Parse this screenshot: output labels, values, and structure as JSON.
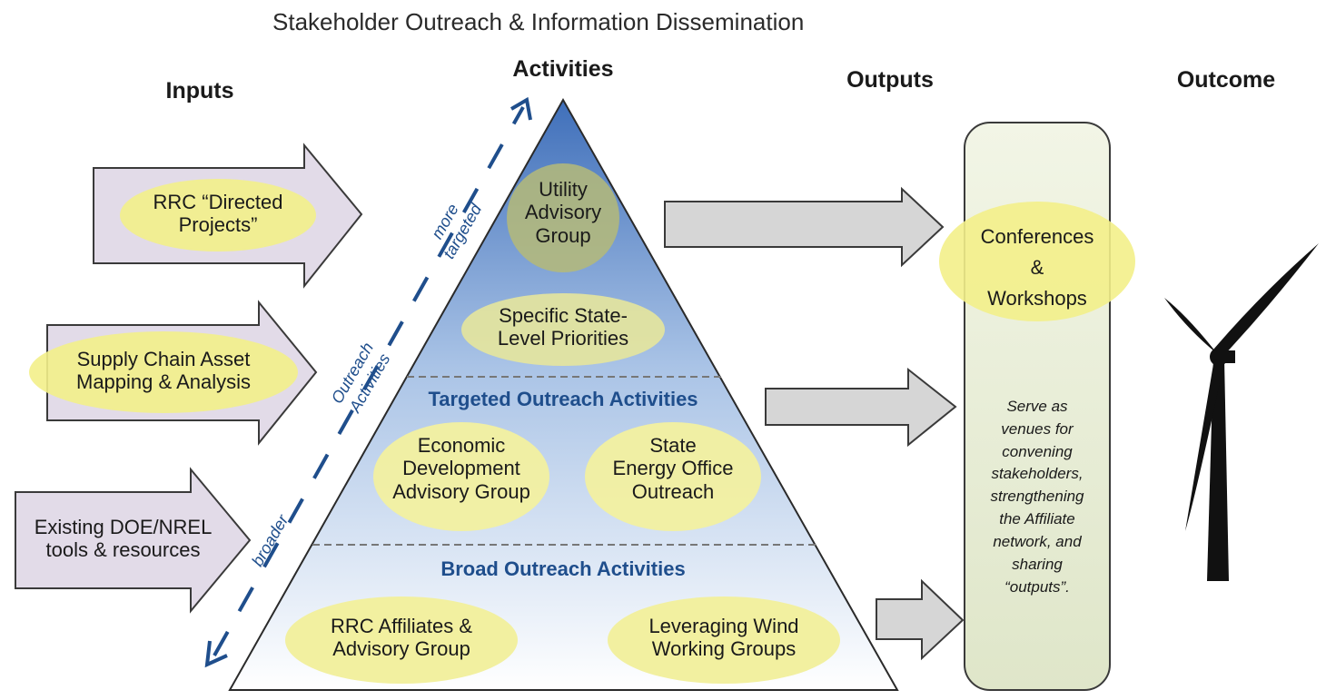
{
  "title": "Stakeholder Outreach & Information Dissemination",
  "headers": {
    "inputs": "Inputs",
    "activities": "Activities",
    "outputs": "Outputs",
    "outcome": "Outcome"
  },
  "inputs": [
    "RRC “Directed\nProjects”",
    "Supply Chain Asset\nMapping & Analysis",
    "Existing DOE/NREL\ntools & resources"
  ],
  "side_labels": {
    "more_targeted": "more\ntargeted",
    "outreach_activities": "Outreach\nActivities",
    "broader": "broader"
  },
  "pyramid": {
    "top_items": [
      "Utility\nAdvisory\nGroup",
      "Specific State-\nLevel Priorities"
    ],
    "targeted_header": "Targeted Outreach Activities",
    "targeted_items": [
      "Economic\nDevelopment\nAdvisory Group",
      "State\nEnergy Office\nOutreach"
    ],
    "broad_header": "Broad Outreach Activities",
    "broad_items": [
      "RRC Affiliates &\nAdvisory Group",
      "Leveraging Wind\nWorking Groups"
    ]
  },
  "outputs": {
    "highlight": "Conferences\n&\nWorkshops",
    "description": "Serve as\nvenues for\nconvening\nstakeholders,\nstrengthening\nthe Affiliate\nnetwork,  and\nsharing\n“outputs”."
  },
  "colors": {
    "input_arrow_fill": "#e2dbe8",
    "output_arrow_fill": "#d6d6d6",
    "highlight": "#f3f08a",
    "pyramid_top": "#3f6fba",
    "pyramid_bottom": "#ffffff",
    "output_box": "#e8edd8",
    "accent": "#1f4e8c"
  }
}
